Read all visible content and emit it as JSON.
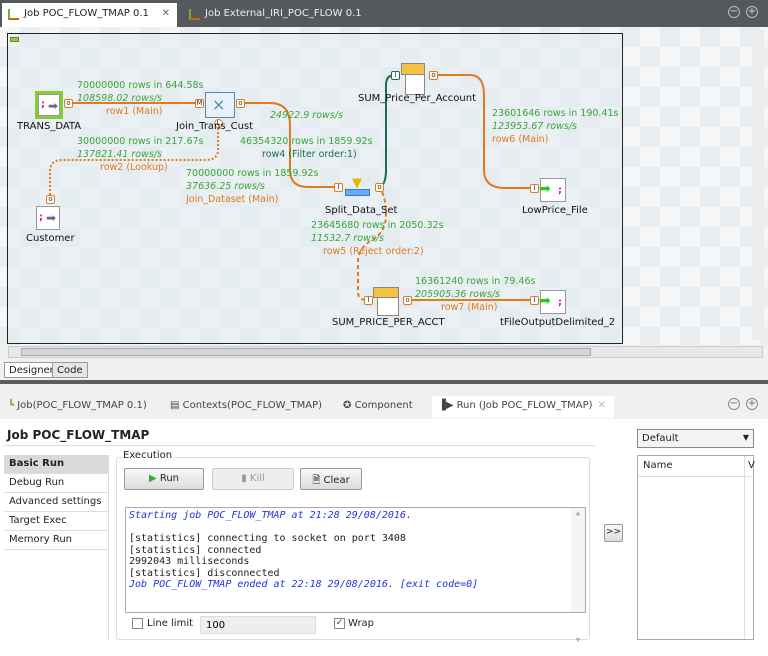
{
  "editor_tabs": [
    {
      "label": "Job POC_FLOW_TMAP 0.1",
      "active": true
    },
    {
      "label": "Job External_IRI_POC_FLOW 0.1",
      "active": false
    }
  ],
  "nodes": {
    "trans_data": "TRANS_DATA",
    "join": "Join_Trans_Cust",
    "customer": "Customer",
    "split": "Split_Data_Set",
    "sum_account": "SUM_Price_Per_Account",
    "lowprice": "LowPrice_File",
    "sum_acct": "SUM_PRICE_PER_ACCT",
    "output2": "tFileOutputDelimited_2"
  },
  "flows": {
    "row1": {
      "rows": "70000000 rows in 644.58s",
      "rate": "108598.02 rows/s",
      "label": "row1 (Main)"
    },
    "row2": {
      "rows": "30000000 rows in 217.67s",
      "rate": "137821.41 rows/s",
      "label": "row2 (Lookup)"
    },
    "join_dataset": {
      "rows": "70000000 rows in 1859.92s",
      "rate": "37636.25 rows/s",
      "label": "Join_Dataset (Main)"
    },
    "row4": {
      "rows": "46354320 rows in 1859.92s",
      "rate": "24922.9 rows/s",
      "label": "row4 (Filter order:1)"
    },
    "row6": {
      "rows": "23601646 rows in 190.41s",
      "rate": "123953.67 rows/s",
      "label": "row6 (Main)"
    },
    "row5": {
      "rows": "23645680 rows in 2050.32s",
      "rate": "11532.7 rows/s",
      "label": "row5 (Reject order:2)"
    },
    "row7": {
      "rows": "16361240 rows in 79.46s",
      "rate": "205905.36 rows/s",
      "label": "row7 (Main)"
    }
  },
  "designer_tabs": {
    "designer": "Designer",
    "code": "Code"
  },
  "bottom_tabs": [
    {
      "label": "Job(POC_FLOW_TMAP 0.1)"
    },
    {
      "label": "Contexts(POC_FLOW_TMAP)"
    },
    {
      "label": "Component"
    },
    {
      "label": "Run (Job POC_FLOW_TMAP)",
      "active": true
    }
  ],
  "run": {
    "title": "Job POC_FLOW_TMAP",
    "side_items": [
      "Basic Run",
      "Debug Run",
      "Advanced settings",
      "Target Exec",
      "Memory Run"
    ],
    "execution_label": "Execution",
    "run_label": "Run",
    "kill_label": "Kill",
    "clear_label": "Clear",
    "console": [
      "Starting job POC_FLOW_TMAP at 21:28 29/08/2016.",
      "",
      "[statistics] connecting to socket on port 3408",
      "[statistics] connected",
      "2992043 milliseconds",
      "[statistics] disconnected",
      "Job POC_FLOW_TMAP ended at 22:18 29/08/2016. [exit code=0]"
    ],
    "line_limit_label": "Line limit",
    "line_limit_checked": false,
    "line_limit_value": "100",
    "wrap_label": "Wrap",
    "wrap_checked": true,
    "move_button": ">>",
    "context_select": "Default",
    "context_columns": [
      "Name",
      "V"
    ]
  },
  "colors": {
    "main_flow": "#e07a1f",
    "filter_flow": "#1f6b4a",
    "stats": "#3aa43a",
    "console_info": "#2233dd"
  }
}
